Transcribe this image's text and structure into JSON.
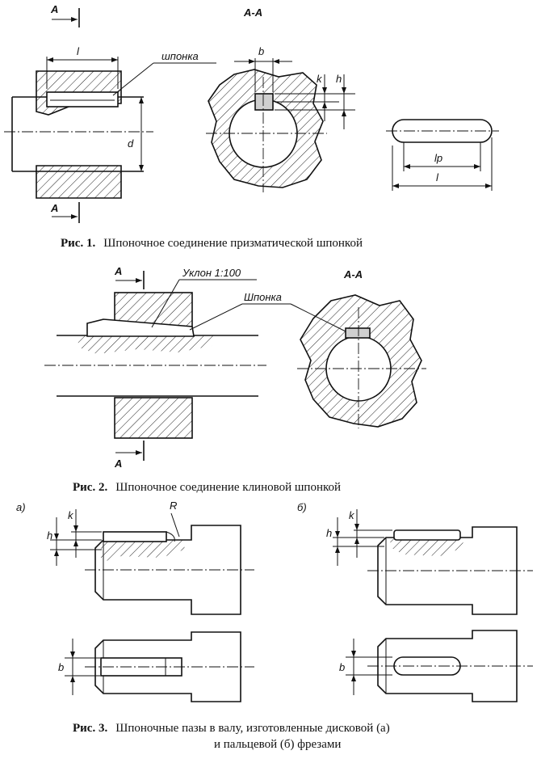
{
  "fig1": {
    "section_mark_top": "А",
    "section_mark_bottom": "А",
    "section_title": "А-А",
    "dim_l": "l",
    "dim_d": "d",
    "dim_b": "b",
    "dim_k": "k",
    "dim_h": "h",
    "dim_lp": "lp",
    "dim_l2": "l",
    "key_label": "шпонка",
    "caption_num": "Рис. 1.",
    "caption_text": "Шпоночное соединение призматической шпонкой"
  },
  "fig2": {
    "section_mark_top": "А",
    "section_mark_bottom": "А",
    "section_title": "А-А",
    "slope_label": "Уклон 1:100",
    "key_label": "Шпонка",
    "caption_num": "Рис. 2.",
    "caption_text": "Шпоночное соединение клиновой шпонкой"
  },
  "fig3": {
    "variant_a": "а)",
    "variant_b": "б)",
    "dim_h_a": "h",
    "dim_k_a": "k",
    "dim_R": "R",
    "dim_b_a": "b",
    "dim_h_b": "h",
    "dim_k_b": "k",
    "dim_b_b": "b",
    "caption_num": "Рис. 3.",
    "caption_line1": "Шпоночные пазы в валу, изготовленные дисковой (а)",
    "caption_line2": "и пальцевой (б) фрезами"
  },
  "colors": {
    "ink": "#111111",
    "key_fill": "#cfcfcf",
    "paper": "#ffffff"
  }
}
